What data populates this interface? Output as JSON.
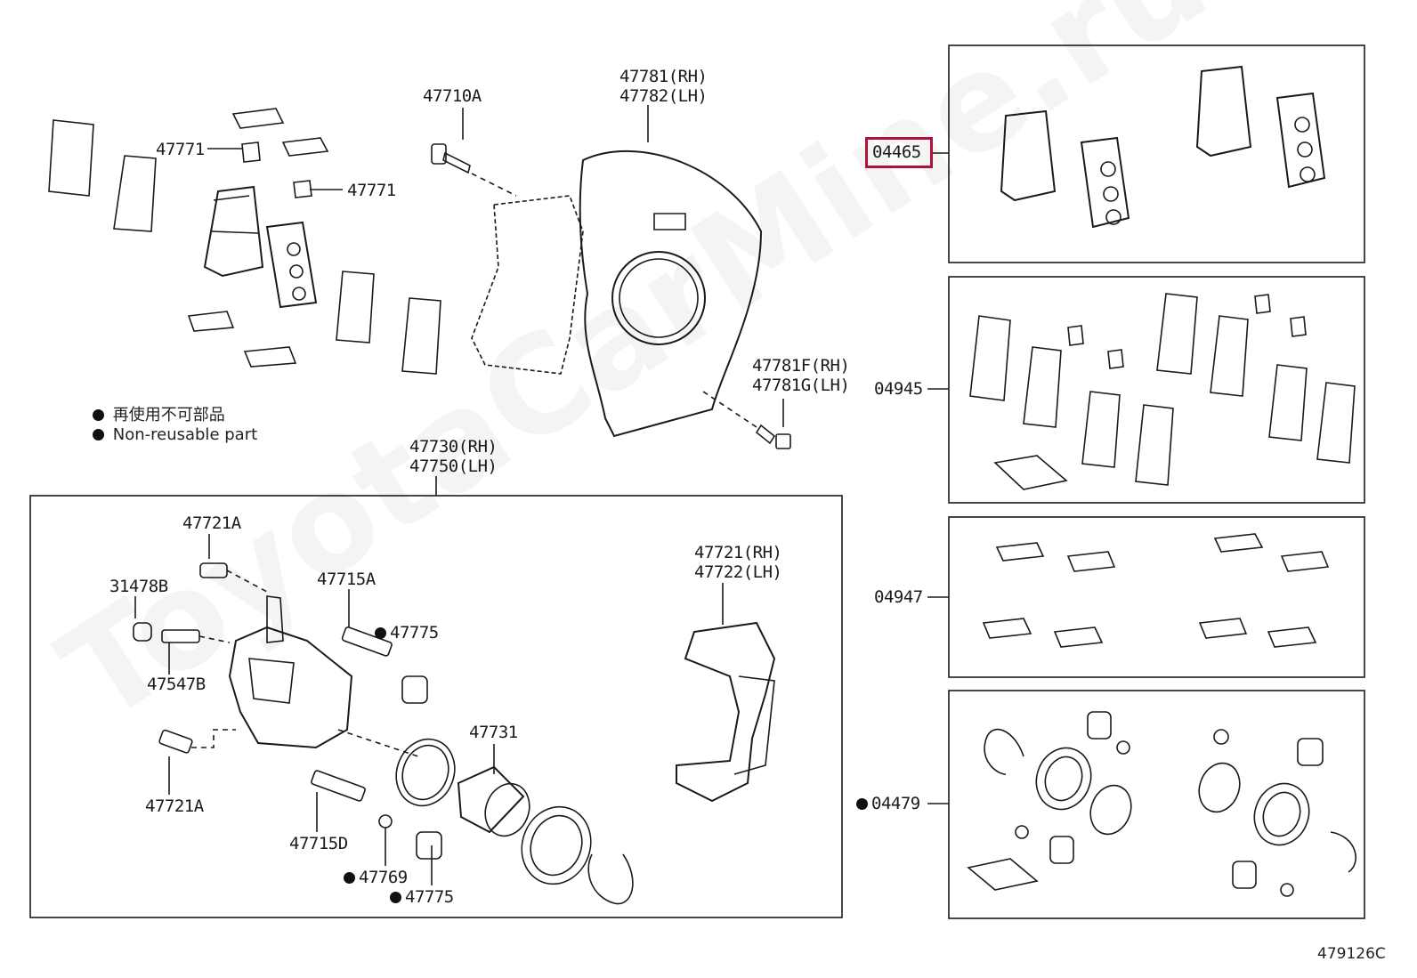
{
  "watermark": "ToyotaCarMine.ru",
  "diagram_code": "479126C",
  "legend": {
    "jp": "再使用不可部品",
    "en": "Non-reusable part"
  },
  "highlight_color": "#b0123c",
  "labels": {
    "p47710A": "47710A",
    "p47781": "47781(RH)",
    "p47782": "47782(LH)",
    "p47771a": "47771",
    "p47771b": "47771",
    "p47781F": "47781F(RH)",
    "p47781G": "47781G(LH)",
    "p47730": "47730(RH)",
    "p47750": "47750(LH)",
    "p47721A_top": "47721A",
    "p31478B": "31478B",
    "p47715A": "47715A",
    "p47775a": "47775",
    "p47547B": "47547B",
    "p47731": "47731",
    "p47721A_bot": "47721A",
    "p47715D": "47715D",
    "p47769": "47769",
    "p47775b": "47775",
    "p47721": "47721(RH)",
    "p47722": "47722(LH)",
    "k04465": "04465",
    "k04945": "04945",
    "k04947": "04947",
    "k04479": "04479"
  },
  "nonreusable": [
    "p47775a",
    "p47769",
    "p47775b",
    "k04479"
  ]
}
